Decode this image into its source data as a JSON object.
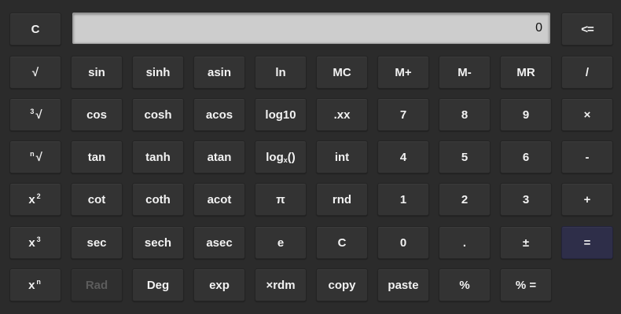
{
  "display": {
    "value": "0"
  },
  "keys": {
    "clear_top": "C",
    "backspace": "<=",
    "sqrt": "√",
    "cbrt_index": "3",
    "cbrt_sym": "√",
    "nthrt_index": "n",
    "nthrt_sym": "√",
    "square_base": "x",
    "square_exp": "2",
    "cube_base": "x",
    "cube_exp": "3",
    "pow_base": "x",
    "pow_exp": "n",
    "sin": "sin",
    "cos": "cos",
    "tan": "tan",
    "cot": "cot",
    "sec": "sec",
    "sinh": "sinh",
    "cosh": "cosh",
    "tanh": "tanh",
    "coth": "coth",
    "sech": "sech",
    "asin": "asin",
    "acos": "acos",
    "atan": "atan",
    "acot": "acot",
    "asec": "asec",
    "ln": "ln",
    "log10": "log10",
    "logx_pre": "log",
    "logx_sub": "x",
    "logx_post": "()",
    "pi": "π",
    "e": "e",
    "mc": "MC",
    "fixed": ".xx",
    "int": "int",
    "rnd": "rnd",
    "clear": "C",
    "mplus": "M+",
    "mminus": "M-",
    "mr": "MR",
    "d7": "7",
    "d8": "8",
    "d9": "9",
    "d4": "4",
    "d5": "5",
    "d6": "6",
    "d1": "1",
    "d2": "2",
    "d3": "3",
    "d0": "0",
    "dot": ".",
    "negate": "±",
    "divide": "/",
    "multiply": "×",
    "minus": "-",
    "plus": "+",
    "equals": "=",
    "rad": "Rad",
    "deg": "Deg",
    "exp": "exp",
    "xrdm": "×rdm",
    "copy": "copy",
    "paste": "paste",
    "percent": "%",
    "percent_equals": "% ="
  },
  "colors": {
    "background": "#2b2b2b",
    "key": "#333333",
    "key_text": "#f2f2f2",
    "disabled_text": "#5c5c5c",
    "equals_key": "#2e2e49",
    "display_bg": "#cdcdcd"
  }
}
